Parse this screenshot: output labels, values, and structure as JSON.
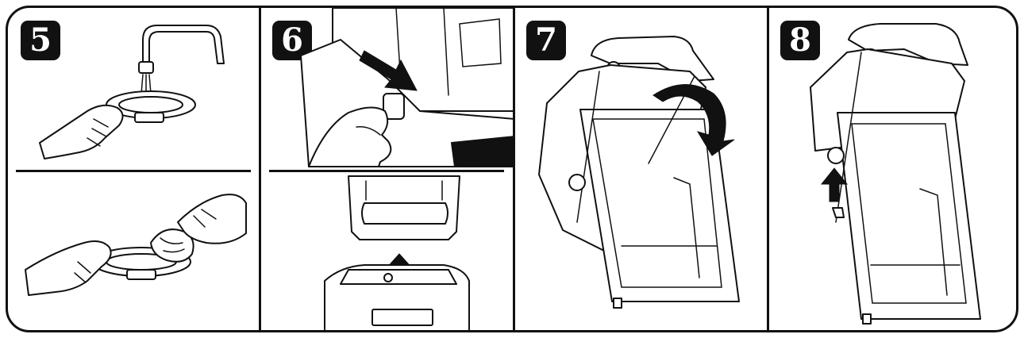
{
  "steps": [
    {
      "number": "5"
    },
    {
      "number": "6"
    },
    {
      "number": "7"
    },
    {
      "number": "8"
    }
  ],
  "colors": {
    "ink": "#111111",
    "background": "#ffffff"
  },
  "icons": {
    "step5_top": "faucet-rinsing-part-icon",
    "step5_bottom": "wiping-part-with-cloth-icon",
    "step6_top": "pressing-release-tab-icon",
    "step6_bottom": "lifting-enclosure-off-base-icon",
    "step7": "rotating-lid-open-icon",
    "step8": "lifting-lid-off-hinge-icon"
  }
}
